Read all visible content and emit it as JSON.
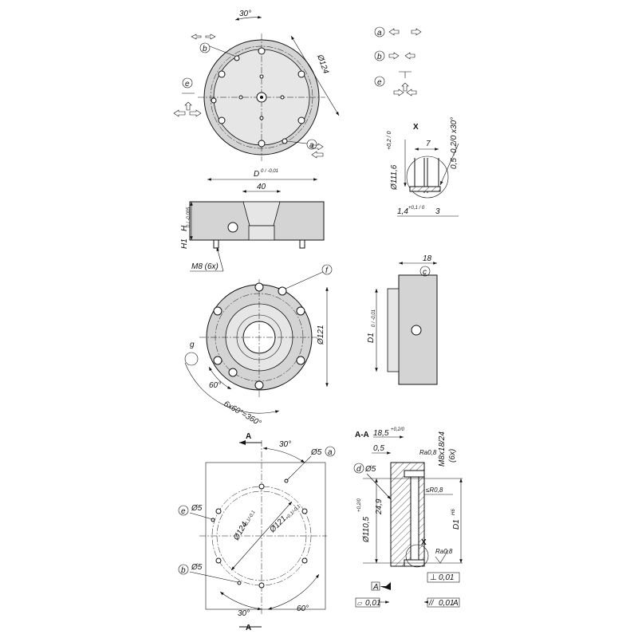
{
  "legend": {
    "a": "a",
    "b": "b",
    "e": "e"
  },
  "view_top": {
    "angle": "30°",
    "diameter": "Ø124",
    "label_a": "a",
    "label_b": "b",
    "label_e": "e"
  },
  "detail_x": {
    "title": "X",
    "width": "7",
    "diameter": "Ø111,6",
    "diameter_tol": "+0,2 / 0",
    "chamfer": "0,5 -0,2/0 x30°",
    "groove": "1,4",
    "groove_tol": "+0,1 / 0",
    "depth": "3"
  },
  "view_side": {
    "diameter": "D",
    "diameter_tol": "0 / -0,01",
    "width": "40",
    "height": "H",
    "height_tol": "0 / -0,005",
    "h1": "H1",
    "thread": "M8 (6x)"
  },
  "view_bottom": {
    "label_f": "f",
    "label_g": "g",
    "diameter": "Ø121",
    "angle": "60°",
    "pattern": "6x60°=360°"
  },
  "view_side2": {
    "width": "18",
    "label_c": "c",
    "diameter": "D1",
    "diameter_tol": "0 / -0,01"
  },
  "view_mount": {
    "section_top": "A",
    "section_bottom": "A",
    "angle_top": "30°",
    "hole_a": "Ø5",
    "label_a": "a",
    "label_e": "e",
    "hole_e": "Ø5",
    "d124": "Ø124",
    "d124_tol": "+0,1/-0,1",
    "d121": "Ø121",
    "d121_tol": "+0,1/-0,1",
    "label_b": "b",
    "hole_b": "Ø5",
    "angle_bottom": "30°",
    "angle_60": "60°"
  },
  "section_aa": {
    "title": "A-A",
    "depth": "18,5",
    "depth_tol": "+0,2/0",
    "step": "0,5",
    "roughness1": "Ra0,8",
    "thread": "M8x18/24",
    "thread_count": "(6x)",
    "label_d": "d",
    "hole": "Ø5",
    "radius": "≤R0,8",
    "offset": "24,9",
    "diameter": "Ø110,5",
    "diameter_tol": "+0,2/0",
    "d1": "D1",
    "d1_fit": "H6",
    "detail": "X",
    "roughness2": "Ra0,8",
    "perp": "⊥",
    "perp_tol": "0,01",
    "datum": "A",
    "datum_ref": "A",
    "flat": "▱",
    "flat_tol": "0,01",
    "parallel": "//",
    "parallel_tol": "0,01",
    "parallel_ref": "A"
  }
}
